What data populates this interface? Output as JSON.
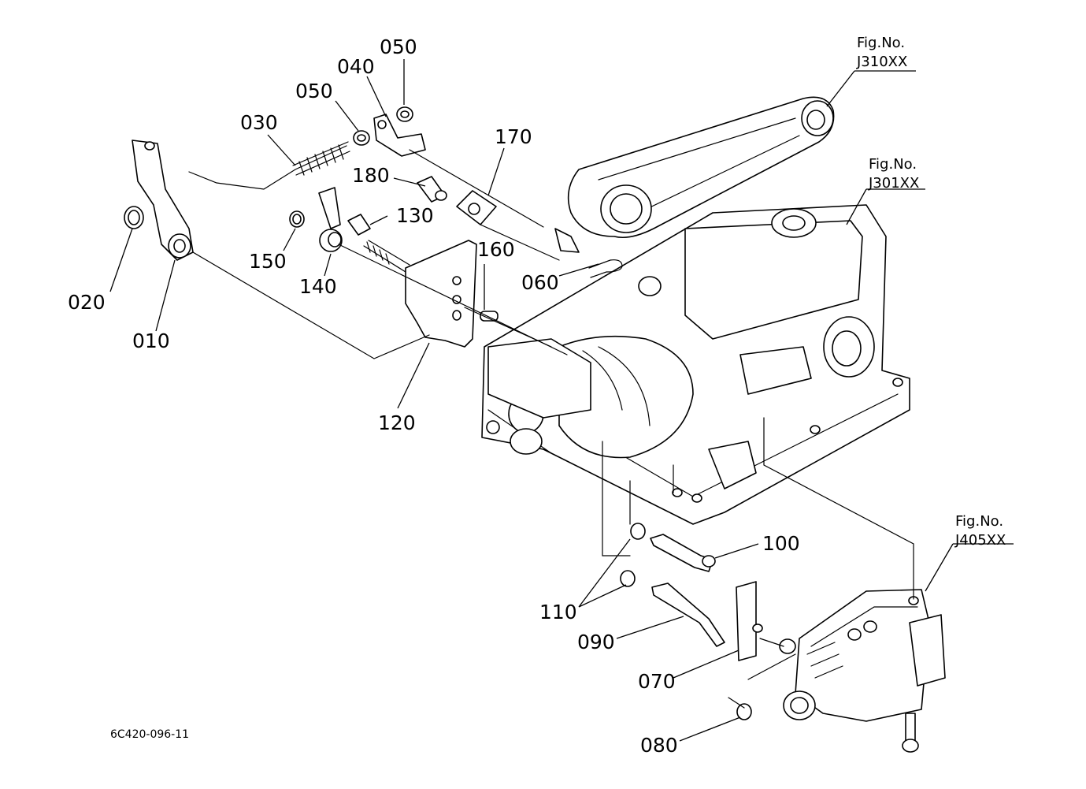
{
  "figure_refs": [
    {
      "title": "Fig.No.",
      "number": "J310XX"
    },
    {
      "title": "Fig.No.",
      "number": "J301XX"
    },
    {
      "title": "Fig.No.",
      "number": "J405XX"
    }
  ],
  "callouts": [
    "010",
    "020",
    "030",
    "040",
    "050",
    "050",
    "060",
    "070",
    "080",
    "090",
    "100",
    "110",
    "120",
    "130",
    "140",
    "150",
    "160",
    "170",
    "180"
  ],
  "drawing_code": "6C420-096-11"
}
